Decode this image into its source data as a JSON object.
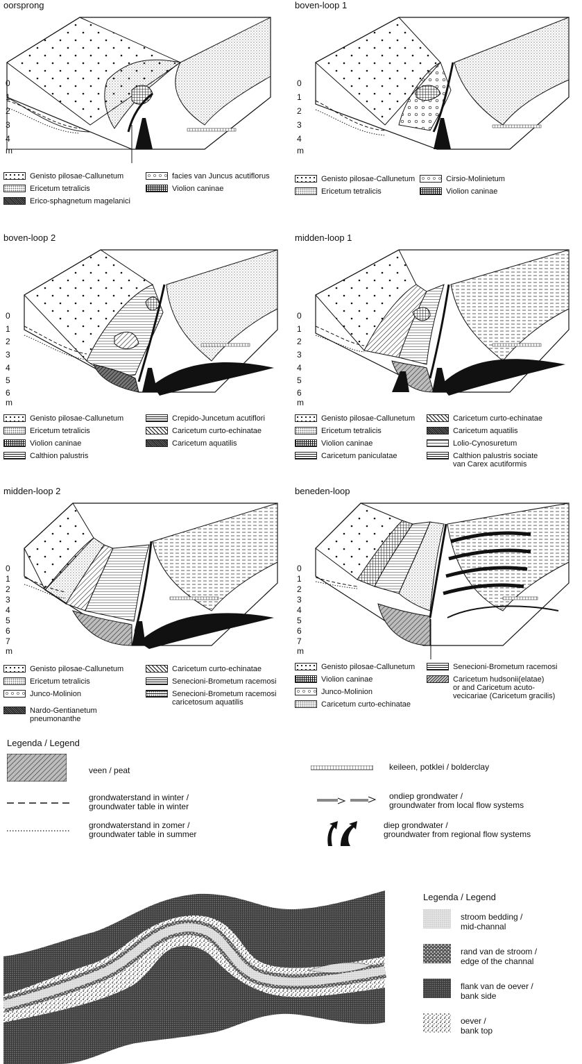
{
  "panels": [
    {
      "title": "oorsprong",
      "depth_ticks": [
        "0",
        "1",
        "2",
        "3",
        "4"
      ],
      "unit": "m",
      "legend": [
        {
          "label": "Genisto pilosae-Callunetum",
          "icon": "dots-swatch"
        },
        {
          "label": "facies van Juncus acutiflorus",
          "icon": "circles-swatch"
        },
        {
          "label": "Ericetum tetralicis",
          "icon": "fine-dots-swatch"
        },
        {
          "label": "Violion caninae",
          "icon": "grid-swatch"
        },
        {
          "label": "Erico-sphagnetum magelanici",
          "icon": "dark-hatch-swatch"
        }
      ]
    },
    {
      "title": "boven-loop 1",
      "depth_ticks": [
        "0",
        "1",
        "2",
        "3",
        "4"
      ],
      "unit": "m",
      "legend": [
        {
          "label": "Genisto pilosae-Callunetum",
          "icon": "dots-swatch"
        },
        {
          "label": "Cirsio-Molinietum",
          "icon": "circles-swatch"
        },
        {
          "label": "Ericetum tetralicis",
          "icon": "fine-dots-swatch"
        },
        {
          "label": "Violion caninae",
          "icon": "grid-swatch"
        }
      ]
    },
    {
      "title": "boven-loop 2",
      "depth_ticks": [
        "0",
        "1",
        "2",
        "3",
        "4",
        "5",
        "6"
      ],
      "unit": "m",
      "legend": [
        {
          "label": "Genisto pilosae-Callunetum",
          "icon": "dots-swatch"
        },
        {
          "label": "Crepido-Juncetum acutiflori",
          "icon": "hline-swatch"
        },
        {
          "label": "Ericetum tetralicis",
          "icon": "fine-dots-swatch"
        },
        {
          "label": "Caricetum curto-echinatae",
          "icon": "diag-swatch"
        },
        {
          "label": "Violion caninae",
          "icon": "grid-swatch"
        },
        {
          "label": "Caricetum aquatilis",
          "icon": "dark-hatch-swatch"
        },
        {
          "label": "Calthion palustris",
          "icon": "hline-swatch"
        }
      ]
    },
    {
      "title": "midden-loop 1",
      "depth_ticks": [
        "0",
        "1",
        "2",
        "3",
        "4",
        "5",
        "6"
      ],
      "unit": "m",
      "legend": [
        {
          "label": "Genisto pilosae-Callunetum",
          "icon": "dots-swatch"
        },
        {
          "label": "Caricetum curto-echinatae",
          "icon": "diag-swatch"
        },
        {
          "label": "Ericetum tetralicis",
          "icon": "fine-dots-swatch"
        },
        {
          "label": "Caricetum aquatilis",
          "icon": "dark-hatch-swatch"
        },
        {
          "label": "Violion caninae",
          "icon": "grid-swatch"
        },
        {
          "label": "Lolio-Cynosuretum",
          "icon": "dash-swatch"
        },
        {
          "label": "Caricetum paniculatae",
          "icon": "hline-swatch"
        },
        {
          "label": "Calthion palustris sociate\nvan Carex acutiformis",
          "icon": "hline-swatch"
        }
      ]
    },
    {
      "title": "midden-loop 2",
      "depth_ticks": [
        "0",
        "1",
        "2",
        "3",
        "4",
        "5",
        "6",
        "7"
      ],
      "unit": "m",
      "legend": [
        {
          "label": "Genisto pilosae-Callunetum",
          "icon": "dots-swatch"
        },
        {
          "label": "Caricetum curto-echinatae",
          "icon": "diag-swatch"
        },
        {
          "label": "Ericetum tetralicis",
          "icon": "fine-dots-swatch"
        },
        {
          "label": "Senecioni-Brometum racemosi",
          "icon": "hline-swatch"
        },
        {
          "label": "Junco-Molinion",
          "icon": "circles-swatch"
        },
        {
          "label": "Senecioni-Brometum racemosi\ncaricetosum aquatilis",
          "icon": "mix-swatch"
        },
        {
          "label": "Nardo-Gentianetum\npneumonanthe",
          "icon": "dark-hatch-swatch"
        }
      ]
    },
    {
      "title": "beneden-loop",
      "depth_ticks": [
        "0",
        "1",
        "2",
        "3",
        "4",
        "5",
        "6",
        "7"
      ],
      "unit": "m",
      "legend": [
        {
          "label": "Genisto pilosae-Callunetum",
          "icon": "dots-swatch"
        },
        {
          "label": "Senecioni-Brometum racemosi",
          "icon": "hline-swatch"
        },
        {
          "label": "Violion caninae",
          "icon": "grid-swatch"
        },
        {
          "label": "Caricetum hudsonii(elatae)\nor and Caricetum acuto-\nvecicariae (Caricetum gracilis)",
          "icon": "hatch2-swatch"
        },
        {
          "label": "Junco-Molinion",
          "icon": "circles-swatch"
        },
        {
          "label": "",
          "icon": ""
        },
        {
          "label": "Caricetum curto-echinatae",
          "icon": "fine-dots-swatch"
        }
      ]
    }
  ],
  "main_legend": {
    "title": "Legenda / Legend",
    "items": [
      {
        "label": "veen / peat",
        "icon": "peat-swatch"
      },
      {
        "label": "keileen, potklei / bolderclay",
        "icon": "bolderclay-swatch"
      },
      {
        "label": "grondwaterstand in winter /\ngroundwater table in winter",
        "icon": "winter-dashed-line-icon"
      },
      {
        "label": "ondiep grondwater /\ngroundwater from local flow systems",
        "icon": "local-flow-arrows-icon"
      },
      {
        "label": "grondwaterstand in zomer /\ngroundwater table in summer",
        "icon": "summer-dotted-line-icon"
      },
      {
        "label": "diep grondwater /\ngroundwater from regional flow systems",
        "icon": "regional-flow-arrows-icon"
      }
    ]
  },
  "river_legend": {
    "title": "Legenda / Legend",
    "items": [
      {
        "label": "stroom bedding /\nmid-channal",
        "icon": "mid-channel-swatch"
      },
      {
        "label": "rand van de stroom /\nedge of the channal",
        "icon": "channel-edge-swatch"
      },
      {
        "label": "flank van de oever /\nbank side",
        "icon": "bank-side-swatch"
      },
      {
        "label": "oever /\nbank top",
        "icon": "bank-top-swatch"
      }
    ]
  }
}
